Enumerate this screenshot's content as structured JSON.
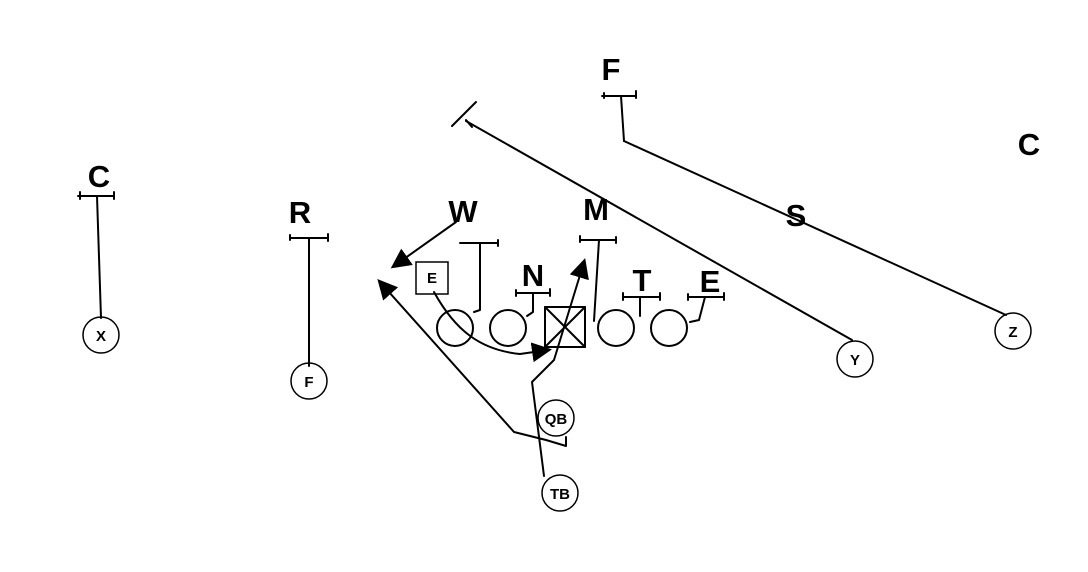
{
  "defense": {
    "free_safety": "F",
    "strong_safety": "S",
    "left_corner": "C",
    "right_corner": "C",
    "rover": "R",
    "will": "W",
    "mike": "M",
    "nose": "N",
    "tackle": "T",
    "end_right": "E"
  },
  "offense": {
    "split_end": "X",
    "flanker": "F",
    "end_box": "E",
    "quarterback": "QB",
    "tailback": "TB",
    "tight_end": "Y",
    "slot": "Z"
  }
}
